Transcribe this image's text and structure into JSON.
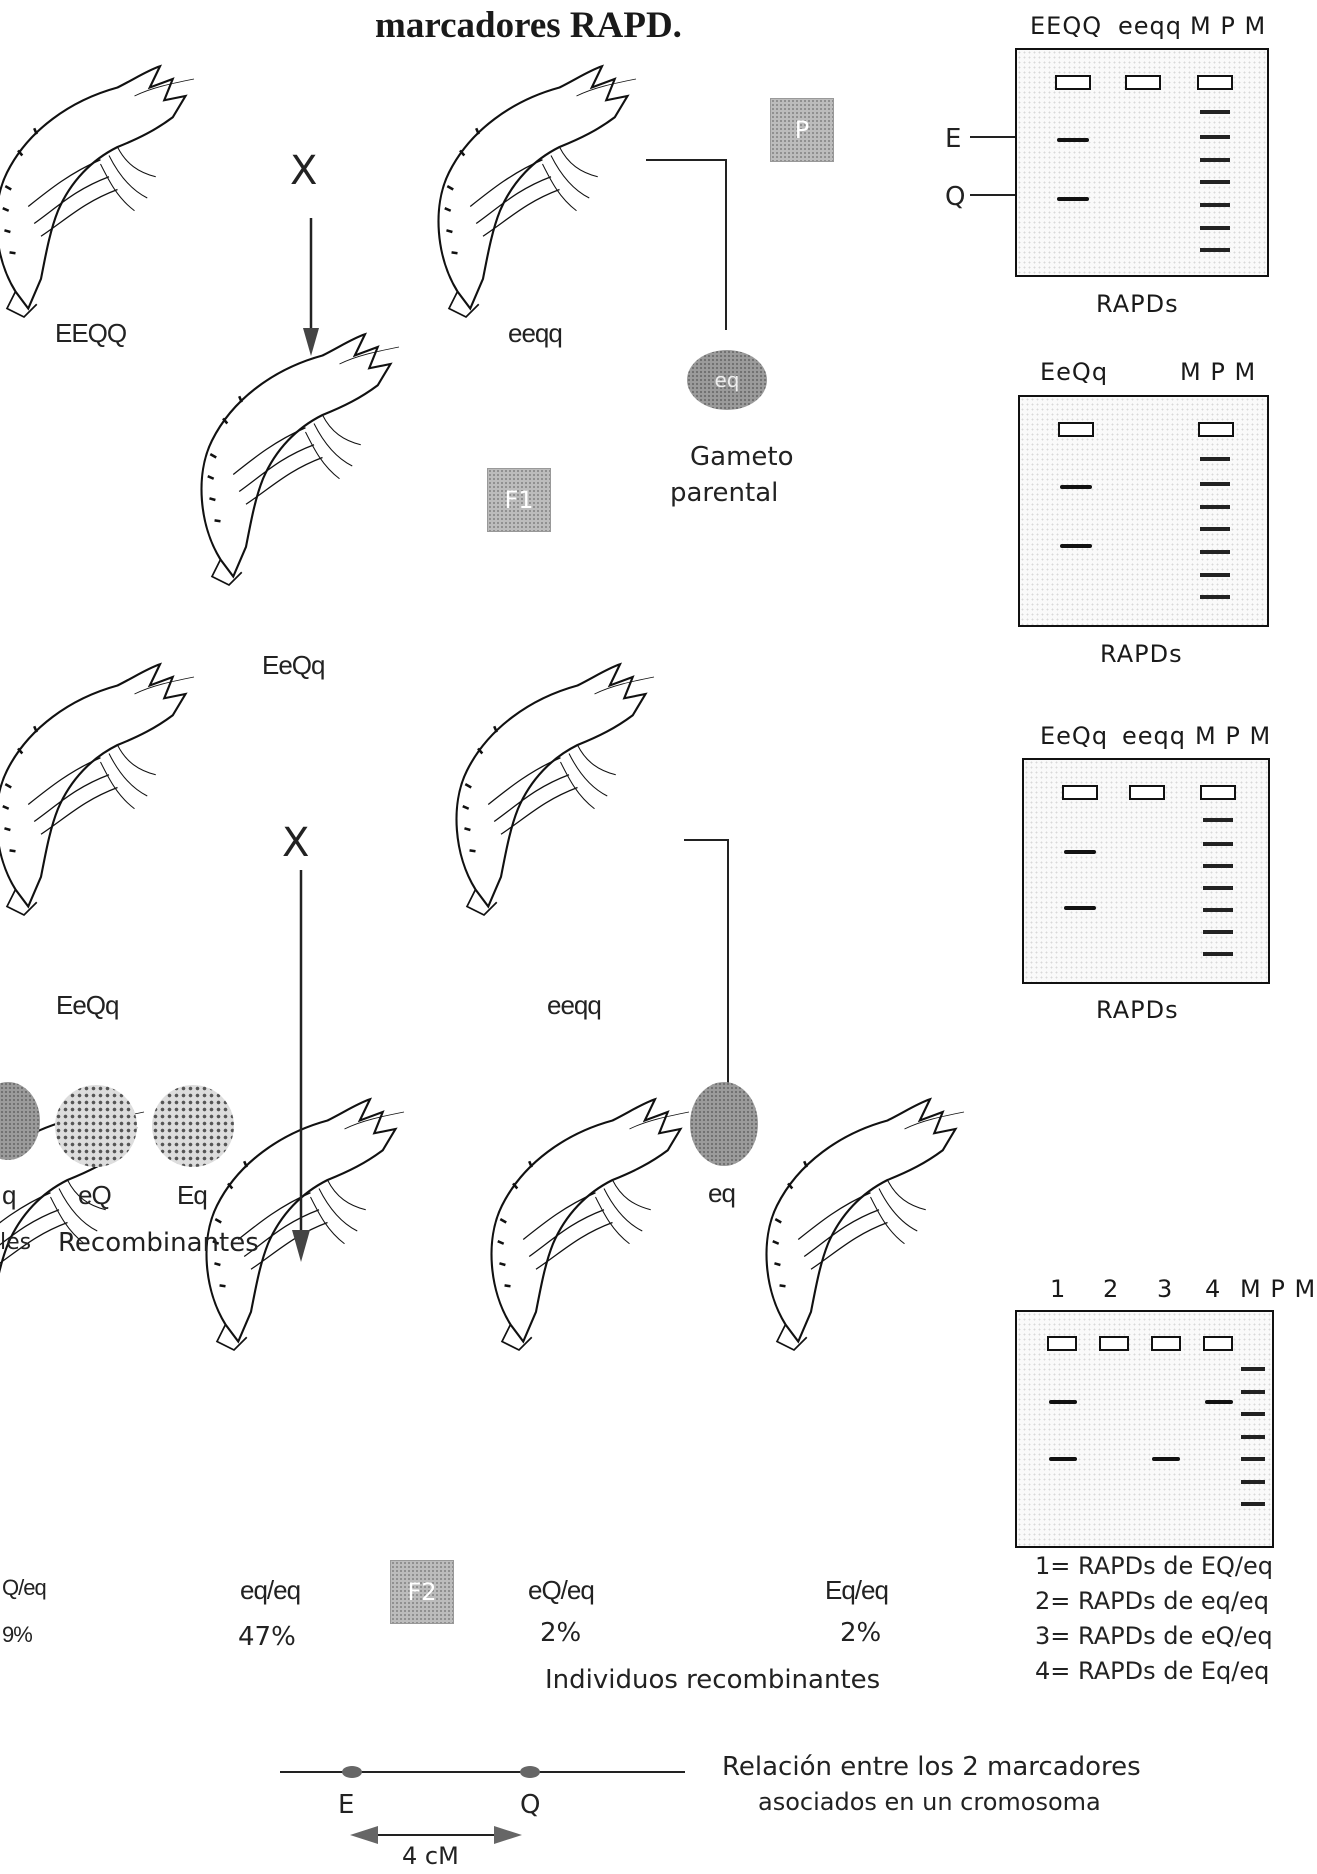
{
  "title": "marcadores RAPD.",
  "generations": {
    "P": {
      "stage": "P",
      "cross_symbol": "X",
      "parent1": "EEQQ",
      "parent2": "eeqq",
      "gamete": "eq",
      "gamete_caption_line1": "Gameto",
      "gamete_caption_line2": "parental"
    },
    "F1": {
      "stage": "F1",
      "individual": "EeQq"
    },
    "backcross": {
      "cross_symbol": "X",
      "parent1": "EeQq",
      "parent2": "eeqq",
      "gamete_other_parent": "eq",
      "gametes_partial": [
        "q",
        "eQ",
        "Eq"
      ],
      "gametes_partial_caption_left": "les",
      "recombinants_caption": "Recombinantes"
    },
    "F2": {
      "stage": "F2",
      "partial_genotype": "Q/eq",
      "partial_percent": "9%",
      "individuals": [
        {
          "genotype": "eq/eq",
          "percent": "47%"
        },
        {
          "genotype": "eQ/eq",
          "percent": "2%"
        },
        {
          "genotype": "Eq/eq",
          "percent": "2%"
        }
      ],
      "recombinant_caption": "Individuos  recombinantes"
    }
  },
  "gels": {
    "gel1": {
      "lanes": [
        "EEQQ",
        "eeqq",
        "M P M"
      ],
      "band_labels": [
        "E",
        "Q"
      ],
      "caption": "RAPDs"
    },
    "gel2": {
      "lanes": [
        "EeQq",
        "M P M"
      ],
      "caption": "RAPDs"
    },
    "gel3": {
      "lanes": [
        "EeQq",
        "eeqq",
        "M P M"
      ],
      "caption": "RAPDs"
    },
    "gel4": {
      "lanes": [
        "1",
        "2",
        "3",
        "4",
        "M P M"
      ]
    }
  },
  "legend": [
    "1= RAPDs de EQ/eq",
    "2= RAPDs de eq/eq",
    "3= RAPDs de eQ/eq",
    "4= RAPDs de Eq/eq"
  ],
  "map": {
    "marker1": "E",
    "marker2": "Q",
    "distance": "4 cM",
    "caption_line1": "Relación entre los 2 marcadores",
    "caption_line2": "asociados en un cromosoma"
  }
}
